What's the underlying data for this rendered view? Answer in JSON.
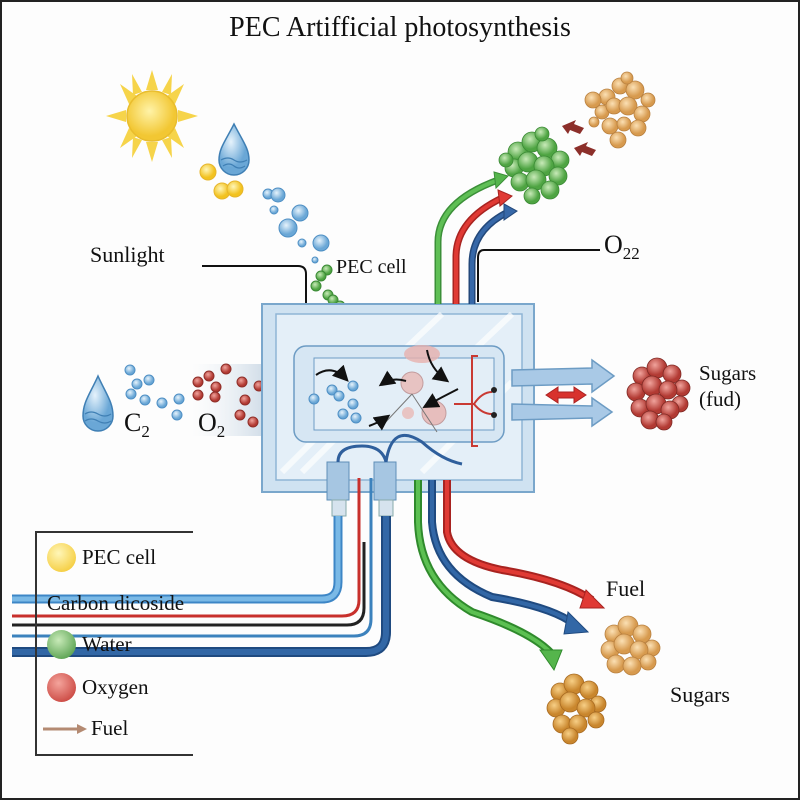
{
  "title": "PEC Artifficial photosynthesis",
  "labels": {
    "sunlight": "Sunlight",
    "pec_cell": "PEC cell",
    "o2_top": "O",
    "o2_top_sub": "22",
    "sugars_fuel": "Sugars",
    "sugars_fuel_sub": "(fud)",
    "c2": "C",
    "c2_sub": "2",
    "o2_left": "O",
    "o2_left_sub": "2",
    "fuel": "Fuel",
    "sugars_bottom": "Sugars"
  },
  "legend": {
    "items": [
      {
        "label": "PEC cell",
        "icon": "yellow-circle",
        "color": "#f5cf3a"
      },
      {
        "label": "Carbon dicoside",
        "icon": "none",
        "color": ""
      },
      {
        "label": "Water",
        "icon": "green-circle",
        "color": "#3d9a3d"
      },
      {
        "label": "Oxygen",
        "icon": "red-circle",
        "color": "#d0372f"
      },
      {
        "label": "Fuel",
        "icon": "brown-arrow",
        "color": "#b48a72"
      }
    ]
  },
  "colors": {
    "sun": "#f7d34a",
    "water_drop": "#8fbfe0",
    "water_bubble": "#7fb6e0",
    "green_bubble": "#7cc46a",
    "oxygen_bubble": "#c0574f",
    "cell_frame": "#a9cbe6",
    "green_pipe": "#43a443",
    "red_pipe": "#d8322d",
    "blue_pipe": "#2f5f9c",
    "light_blue_pipe": "#5aa0d6",
    "sugar_tan": "#e2a55a",
    "sugar_red": "#b54b40",
    "green_cluster": "#4aa14a"
  }
}
